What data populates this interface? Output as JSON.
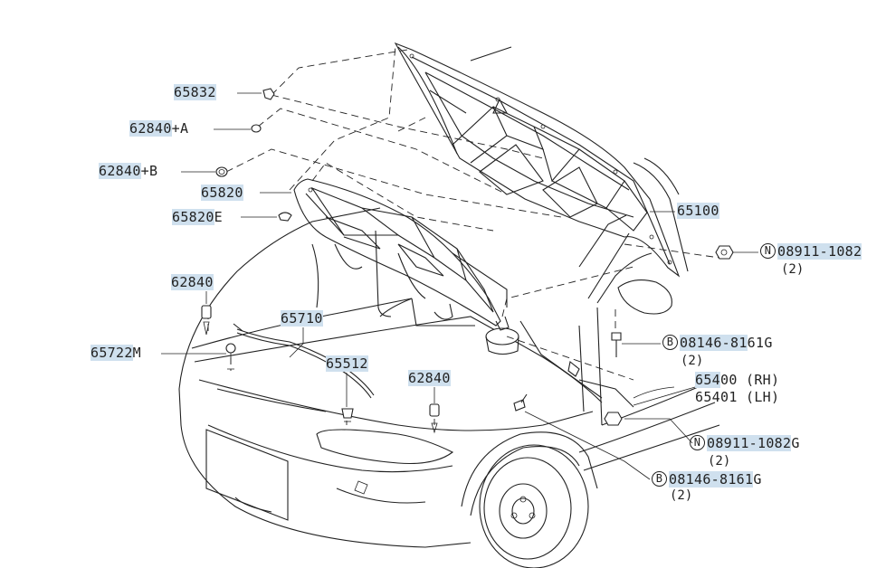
{
  "labels": {
    "p65832": {
      "hl": "65832",
      "rest": ""
    },
    "p62840a": {
      "hl": "62840",
      "rest": "+A"
    },
    "p62840b": {
      "hl": "62840",
      "rest": "+B"
    },
    "p65820": {
      "hl": "65820",
      "rest": ""
    },
    "p65820e": {
      "hl": "65820",
      "rest": "E"
    },
    "p62840c": {
      "hl": "62840",
      "rest": ""
    },
    "p65710": {
      "hl": "65710",
      "rest": ""
    },
    "p65722m": {
      "hl": "65722",
      "rest": "M"
    },
    "p65512": {
      "hl": "65512",
      "rest": ""
    },
    "p62840d": {
      "hl": "62840",
      "rest": ""
    },
    "p65100": {
      "hl": "65100",
      "rest": ""
    },
    "n08911_top": {
      "circle": "N",
      "hl": "08911-1082",
      "rest": "",
      "qty": "(2)"
    },
    "b08146_mid": {
      "circle": "B",
      "hl": "08146-81",
      "rest": "61G",
      "qty": "(2)"
    },
    "p65400": {
      "hl": "654",
      "rest": "00 (RH)"
    },
    "p65401": {
      "hl": "",
      "rest": "65401 (LH)"
    },
    "n08911_low": {
      "circle": "N",
      "hl": "08911-1082",
      "rest": "G",
      "qty": "(2)"
    },
    "b08146_low": {
      "circle": "B",
      "hl": "08146-8161",
      "rest": "G",
      "qty": "(2)"
    }
  },
  "colors": {
    "highlight": "#cfe0ee",
    "line": "#222222",
    "background": "#ffffff"
  }
}
